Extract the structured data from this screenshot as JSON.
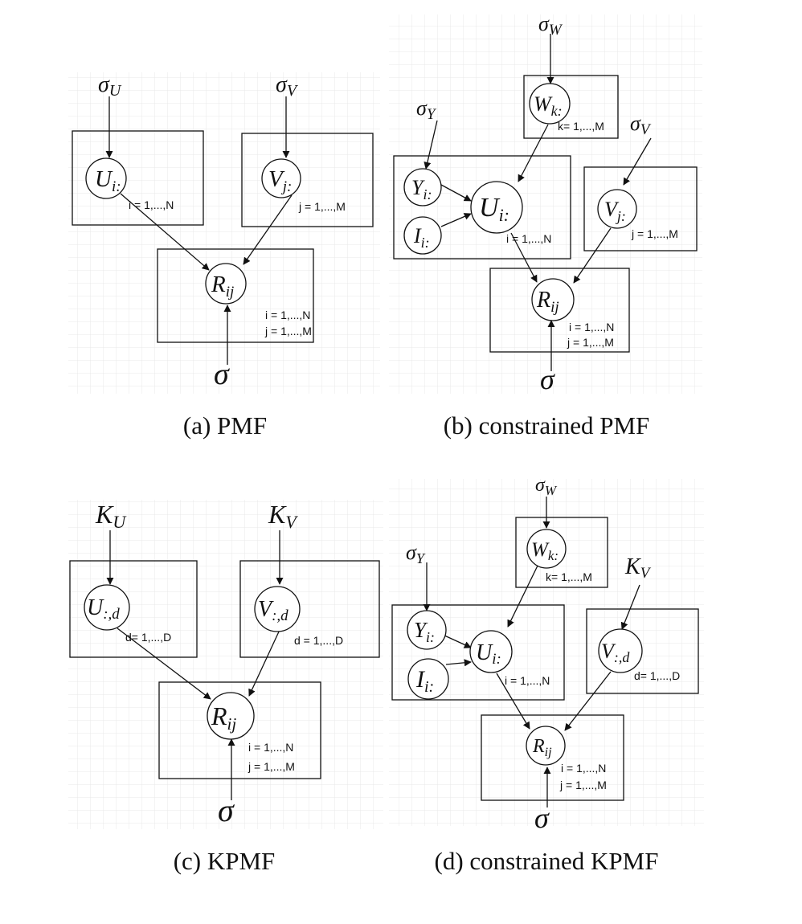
{
  "panels": [
    {
      "caption": "(a) PMF",
      "priors": [
        {
          "sym": "σ",
          "sub": "U"
        },
        {
          "sym": "σ",
          "sub": "V"
        },
        {
          "sym": "σ",
          "sub": ""
        }
      ],
      "nodes": [
        {
          "sym": "U",
          "sub": "i:"
        },
        {
          "sym": "V",
          "sub": "j:"
        },
        {
          "sym": "R",
          "sub": "ij"
        }
      ],
      "plate_labels": [
        "i = 1,...,N",
        "j = 1,...,M",
        "i = 1,...,N",
        "j = 1,...,M"
      ]
    },
    {
      "caption": "(b) constrained PMF",
      "priors": [
        {
          "sym": "σ",
          "sub": "W"
        },
        {
          "sym": "σ",
          "sub": "Y"
        },
        {
          "sym": "σ",
          "sub": "V"
        },
        {
          "sym": "σ",
          "sub": ""
        }
      ],
      "nodes": [
        {
          "sym": "W",
          "sub": "k:"
        },
        {
          "sym": "Y",
          "sub": "i:"
        },
        {
          "sym": "I",
          "sub": "i:"
        },
        {
          "sym": "U",
          "sub": "i:"
        },
        {
          "sym": "V",
          "sub": "j:"
        },
        {
          "sym": "R",
          "sub": "ij"
        }
      ],
      "plate_labels": [
        "k= 1,...,M",
        "i = 1,...,N",
        "j = 1,...,M",
        "i = 1,...,N",
        "j = 1,...,M"
      ]
    },
    {
      "caption": "(c) KPMF",
      "priors": [
        {
          "sym": "K",
          "sub": "U"
        },
        {
          "sym": "K",
          "sub": "V"
        },
        {
          "sym": "σ",
          "sub": ""
        }
      ],
      "nodes": [
        {
          "sym": "U",
          "sub": ":,d"
        },
        {
          "sym": "V",
          "sub": ":,d"
        },
        {
          "sym": "R",
          "sub": "ij"
        }
      ],
      "plate_labels": [
        "d= 1,...,D",
        "d = 1,...,D",
        "i = 1,...,N",
        "j = 1,...,M"
      ]
    },
    {
      "caption": "(d) constrained KPMF",
      "priors": [
        {
          "sym": "σ",
          "sub": "W"
        },
        {
          "sym": "σ",
          "sub": "Y"
        },
        {
          "sym": "K",
          "sub": "V"
        },
        {
          "sym": "σ",
          "sub": ""
        }
      ],
      "nodes": [
        {
          "sym": "W",
          "sub": "k:"
        },
        {
          "sym": "Y",
          "sub": "i:"
        },
        {
          "sym": "I",
          "sub": "i:"
        },
        {
          "sym": "U",
          "sub": "i:"
        },
        {
          "sym": "V",
          "sub": ":,d"
        },
        {
          "sym": "R",
          "sub": "ij"
        }
      ],
      "plate_labels": [
        "k= 1,...,M",
        "i = 1,...,N",
        "d= 1,...,D",
        "i = 1,...,N",
        "j = 1,...,M"
      ]
    }
  ]
}
